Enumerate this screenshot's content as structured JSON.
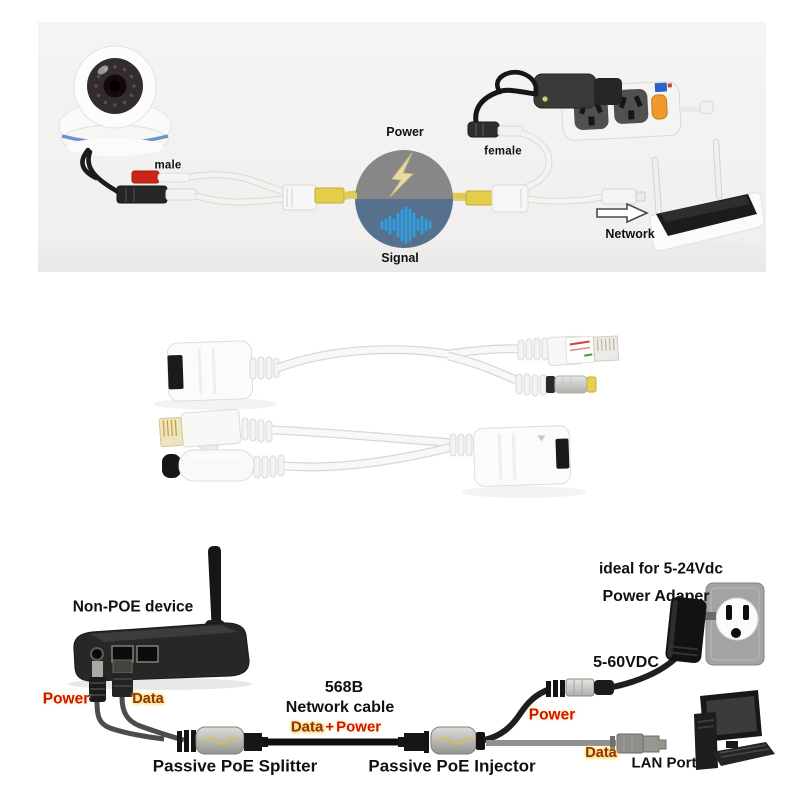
{
  "top": {
    "male": "male",
    "power": "Power",
    "signal": "Signal",
    "female": "female",
    "network": "Network"
  },
  "bottom": {
    "non_poe_device": "Non-POE device",
    "power_left": "Power",
    "data_left": "Data",
    "splitter_label": "Passive PoE Splitter",
    "spec": "568B",
    "cable": "Network cable",
    "dp_data": "Data",
    "dp_plus": "+",
    "dp_power": "Power",
    "injector_label": "Passive PoE Injector",
    "power_right": "Power",
    "ideal": "ideal for 5-24Vdc",
    "adapter_label": "Power Adaper",
    "voltage": "5-60VDC",
    "data_right": "Data",
    "lan_port": "LAN Port"
  },
  "colors": {
    "label_red": "#cf1505",
    "label_maroon": "#8a3220",
    "maroon_glow": "#ffd34a",
    "cable_yellow": "#e0cb4f",
    "signal_blue": "#2f9fe2",
    "badge_gray": "#878787",
    "badge_blue": "#57708d"
  },
  "icons": [
    "dome-camera-icon",
    "lightning-icon",
    "waveform-icon",
    "power-adapter-icon",
    "power-strip-icon",
    "wifi-router-icon",
    "arrow-right-icon",
    "rj45-coupler-icon",
    "rj45-plug-icon",
    "dc-plug-icon",
    "dc-jack-icon",
    "non-poe-router-icon",
    "poe-splitter-icon",
    "poe-injector-icon",
    "dc-barrel-connector-icon",
    "wall-outlet-icon",
    "lan-rj45-plug-icon",
    "desktop-computer-icon"
  ]
}
